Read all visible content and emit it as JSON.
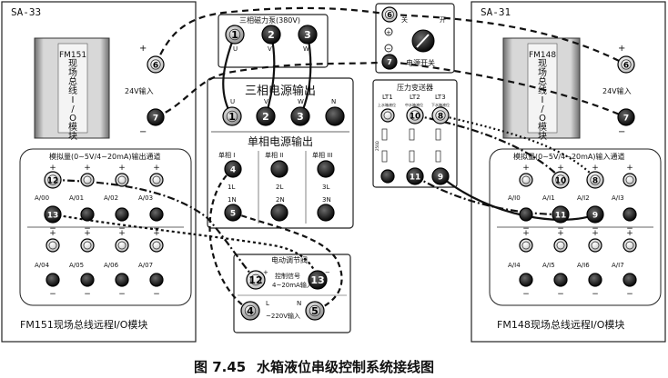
{
  "left_panel": {
    "id": "SA-33",
    "module": [
      "FM151",
      "现",
      "场",
      "总",
      "线",
      "I",
      "/",
      "O",
      "模",
      "块"
    ],
    "power_label": "24V输入",
    "power_plus": "6",
    "power_minus": "7",
    "channel_group_title": "模拟量(0~5V/4~20mA)输出通道",
    "channels_row1": [
      "A/00",
      "A/01",
      "A/02",
      "A/03"
    ],
    "channels_row2": [
      "A/04",
      "A/05",
      "A/06",
      "A/07"
    ],
    "term_12": "12",
    "term_13": "13",
    "footer": "FM151现场总线远程I/O模块"
  },
  "center_top": {
    "title": "三相磁力泵(380V)",
    "terms": [
      "1",
      "2",
      "3"
    ],
    "phase_labels": [
      "U",
      "V",
      "W"
    ]
  },
  "power_output": {
    "title": "三相电源输出",
    "phase_labels": [
      "U",
      "V",
      "W",
      "N"
    ],
    "terms": [
      "1",
      "2",
      "3"
    ],
    "single_title": "单相电源输出",
    "single_heads": [
      "单相 I",
      "单相 II",
      "单相 III"
    ],
    "single_labels_row1": [
      "1L",
      "2L",
      "3L"
    ],
    "single_labels_row2": [
      "1N",
      "2N",
      "3N"
    ],
    "term_4": "4",
    "term_5": "5"
  },
  "switch_box": {
    "label_on": "开",
    "label_off": "关",
    "term_6": "6",
    "term_7": "7",
    "caption": "电源开关"
  },
  "pressure": {
    "title": "压力变送器",
    "cols": [
      "LT1",
      "LT2",
      "LT3"
    ],
    "col_sub": [
      "上水箱液位",
      "中水箱液位",
      "下水箱液位"
    ],
    "term_10": "10",
    "term_8": "8",
    "term_11": "11",
    "term_9": "9",
    "resistor_label": "250Ω"
  },
  "valve": {
    "title": "电动调节阀",
    "control_label": "控制信号",
    "control_range": "4~20mA输入",
    "term_12": "12",
    "term_13": "13",
    "l_label": "L",
    "n_label": "N",
    "ac_label": "~220V输入",
    "term_4": "4",
    "term_5": "5"
  },
  "right_panel": {
    "id": "SA-31",
    "module": [
      "FM148",
      "现",
      "场",
      "总",
      "线",
      "I",
      "/",
      "O",
      "模",
      "块"
    ],
    "power_label": "24V输入",
    "power_plus": "6",
    "power_minus": "7",
    "channel_group_title": "模拟量(0~5V/4~20mA)输入通道",
    "channels_row1": [
      "A/I0",
      "A/I1",
      "A/I2",
      "A/I3"
    ],
    "channels_row2": [
      "A/I4",
      "A/I5",
      "A/I6",
      "A/I7"
    ],
    "term_10": "10",
    "term_8": "8",
    "term_11": "11",
    "term_9": "9",
    "footer": "FM148现场总线远程I/O模块"
  },
  "caption": {
    "fig_no": "图 7.45",
    "text": "水箱液位串级控制系统接线图"
  },
  "symbols": {
    "plus": "+",
    "minus": "−"
  }
}
